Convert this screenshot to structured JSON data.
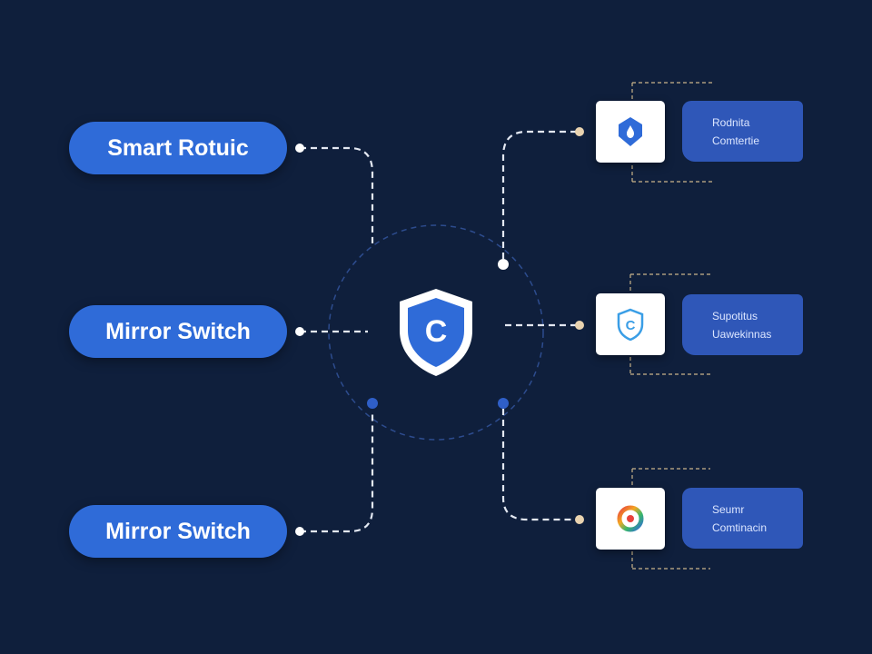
{
  "diagram": {
    "left_nodes": [
      {
        "label": "Smart Rotuic"
      },
      {
        "label": "Mirror Switch"
      },
      {
        "label": "Mirror Switch"
      }
    ],
    "hub": {
      "icon": "shield-c-icon",
      "letter": "C"
    },
    "right_nodes": [
      {
        "icon": "blue-shield-icon",
        "line1": "Rodnita",
        "line2": "Comtertie"
      },
      {
        "icon": "c-shield-icon",
        "letter": "C",
        "line1": "Supotitus",
        "line2": "Uawekinnas"
      },
      {
        "icon": "gradient-ring-icon",
        "line1": "Seumr",
        "line2": "Comtinacin"
      }
    ],
    "colors": {
      "background": "#0f1f3c",
      "node_blue": "#2f6bd8",
      "card_blue": "#2f57b8",
      "connector": "#e3e8f2",
      "accent_dot": "#e9d3b0"
    }
  }
}
